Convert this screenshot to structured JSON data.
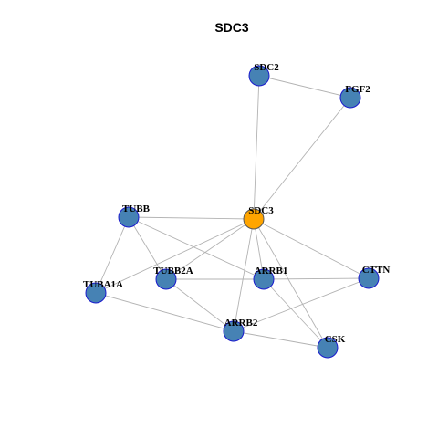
{
  "title": "SDC3",
  "colors": {
    "node_default": "#4682B4",
    "node_default_border": "#1a1acd",
    "node_focus": "#FFA500",
    "node_focus_border": "#555555",
    "edge": "#b3b3b3",
    "background": "#ffffff"
  },
  "graph": {
    "focus_node": "SDC3",
    "nodes": [
      {
        "id": "SDC2",
        "label": "SDC2"
      },
      {
        "id": "FGF2",
        "label": "FGF2"
      },
      {
        "id": "SDC3",
        "label": "SDC3"
      },
      {
        "id": "TUBB",
        "label": "TUBB"
      },
      {
        "id": "TUBB2A",
        "label": "TUBB2A"
      },
      {
        "id": "ARRB1",
        "label": "ARRB1"
      },
      {
        "id": "CTTN",
        "label": "CTTN"
      },
      {
        "id": "TUBA1A",
        "label": "TUBA1A"
      },
      {
        "id": "ARRB2",
        "label": "ARRB2"
      },
      {
        "id": "CSK",
        "label": "CSK"
      }
    ],
    "edges": [
      [
        "SDC2",
        "FGF2"
      ],
      [
        "SDC2",
        "SDC3"
      ],
      [
        "FGF2",
        "SDC3"
      ],
      [
        "SDC3",
        "TUBB"
      ],
      [
        "SDC3",
        "TUBB2A"
      ],
      [
        "SDC3",
        "TUBA1A"
      ],
      [
        "SDC3",
        "ARRB1"
      ],
      [
        "SDC3",
        "ARRB2"
      ],
      [
        "SDC3",
        "CTTN"
      ],
      [
        "SDC3",
        "CSK"
      ],
      [
        "TUBB",
        "TUBB2A"
      ],
      [
        "TUBB",
        "TUBA1A"
      ],
      [
        "TUBB",
        "ARRB1"
      ],
      [
        "TUBB2A",
        "ARRB1"
      ],
      [
        "TUBB2A",
        "ARRB2"
      ],
      [
        "TUBA1A",
        "ARRB2"
      ],
      [
        "ARRB1",
        "CTTN"
      ],
      [
        "ARRB1",
        "CSK"
      ],
      [
        "ARRB2",
        "CTTN"
      ],
      [
        "ARRB2",
        "CSK"
      ]
    ]
  }
}
